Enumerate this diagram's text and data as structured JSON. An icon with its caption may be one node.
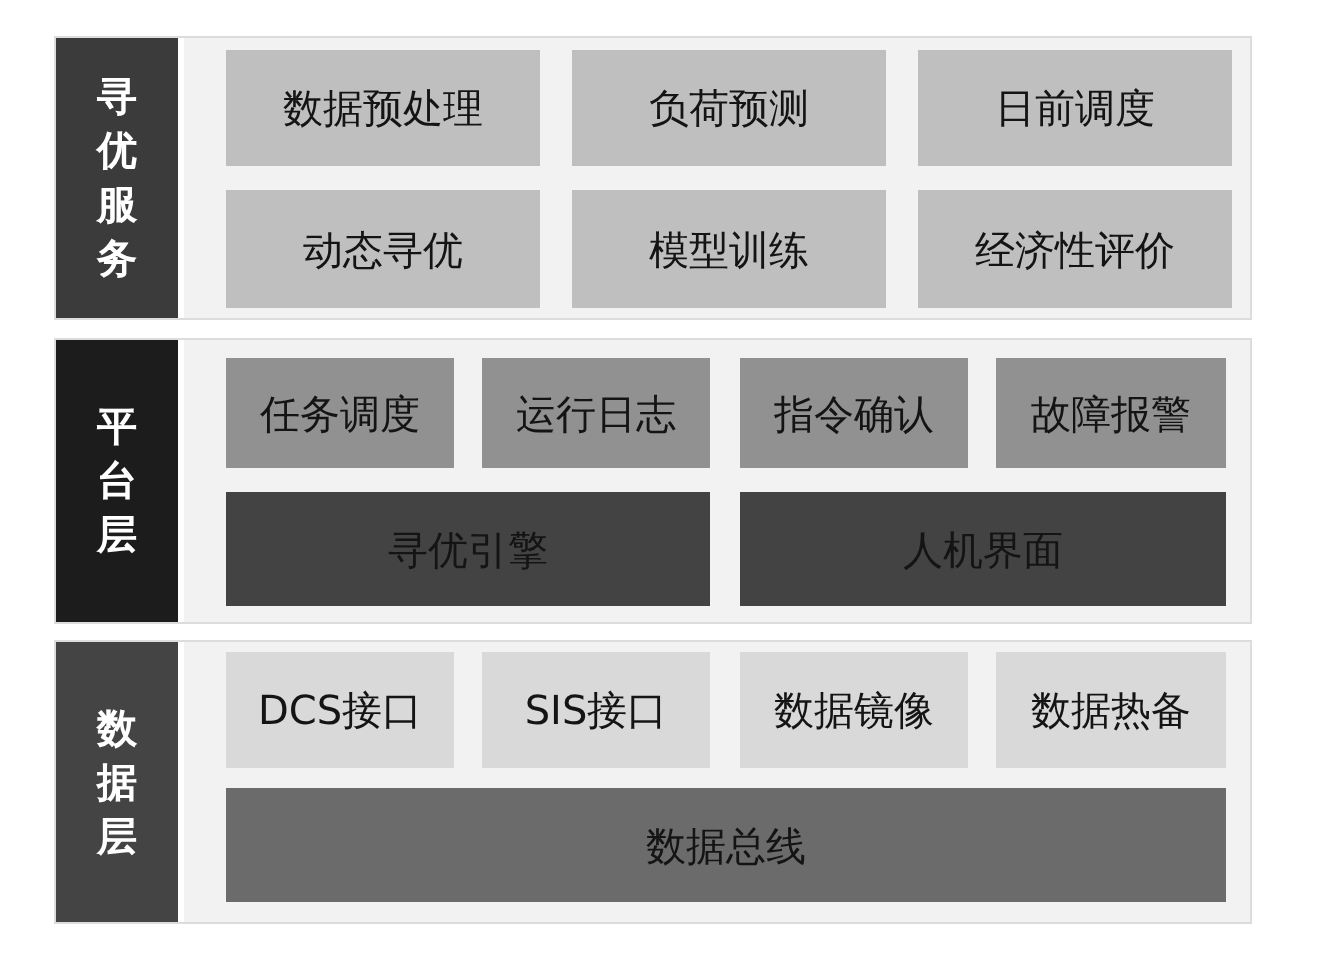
{
  "diagram": {
    "nodes": [
      {
        "text": [
          "寻优服务"
        ]
      },
      {
        "text": [
          "数据预处理"
        ],
        "in": 0
      },
      {
        "text": [
          "负荷预测"
        ],
        "in": 0
      },
      {
        "text": [
          "日前调度"
        ],
        "in": 0
      },
      {
        "text": [
          "动态寻优"
        ],
        "in": 0
      },
      {
        "text": [
          "模型训练"
        ],
        "in": 0
      },
      {
        "text": [
          "经济性评价"
        ],
        "in": 0
      },
      {
        "text": [
          "平台层"
        ]
      },
      {
        "text": [
          "任务调度"
        ],
        "in": 7
      },
      {
        "text": [
          "运行日志"
        ],
        "in": 7
      },
      {
        "text": [
          "指令确认"
        ],
        "in": 7
      },
      {
        "text": [
          "故障报警"
        ],
        "in": 7
      },
      {
        "text": [
          "寻优引擎"
        ],
        "in": 7
      },
      {
        "text": [
          "人机界面"
        ],
        "in": 7
      },
      {
        "text": [
          "数据层"
        ]
      },
      {
        "text": [
          "DCS接口"
        ],
        "in": 14
      },
      {
        "text": [
          "SIS接口"
        ],
        "in": 14
      },
      {
        "text": [
          "数据镜像"
        ],
        "in": 14
      },
      {
        "text": [
          "数据热备"
        ],
        "in": 14
      },
      {
        "text": [
          "数据总线"
        ],
        "in": 14
      }
    ]
  }
}
